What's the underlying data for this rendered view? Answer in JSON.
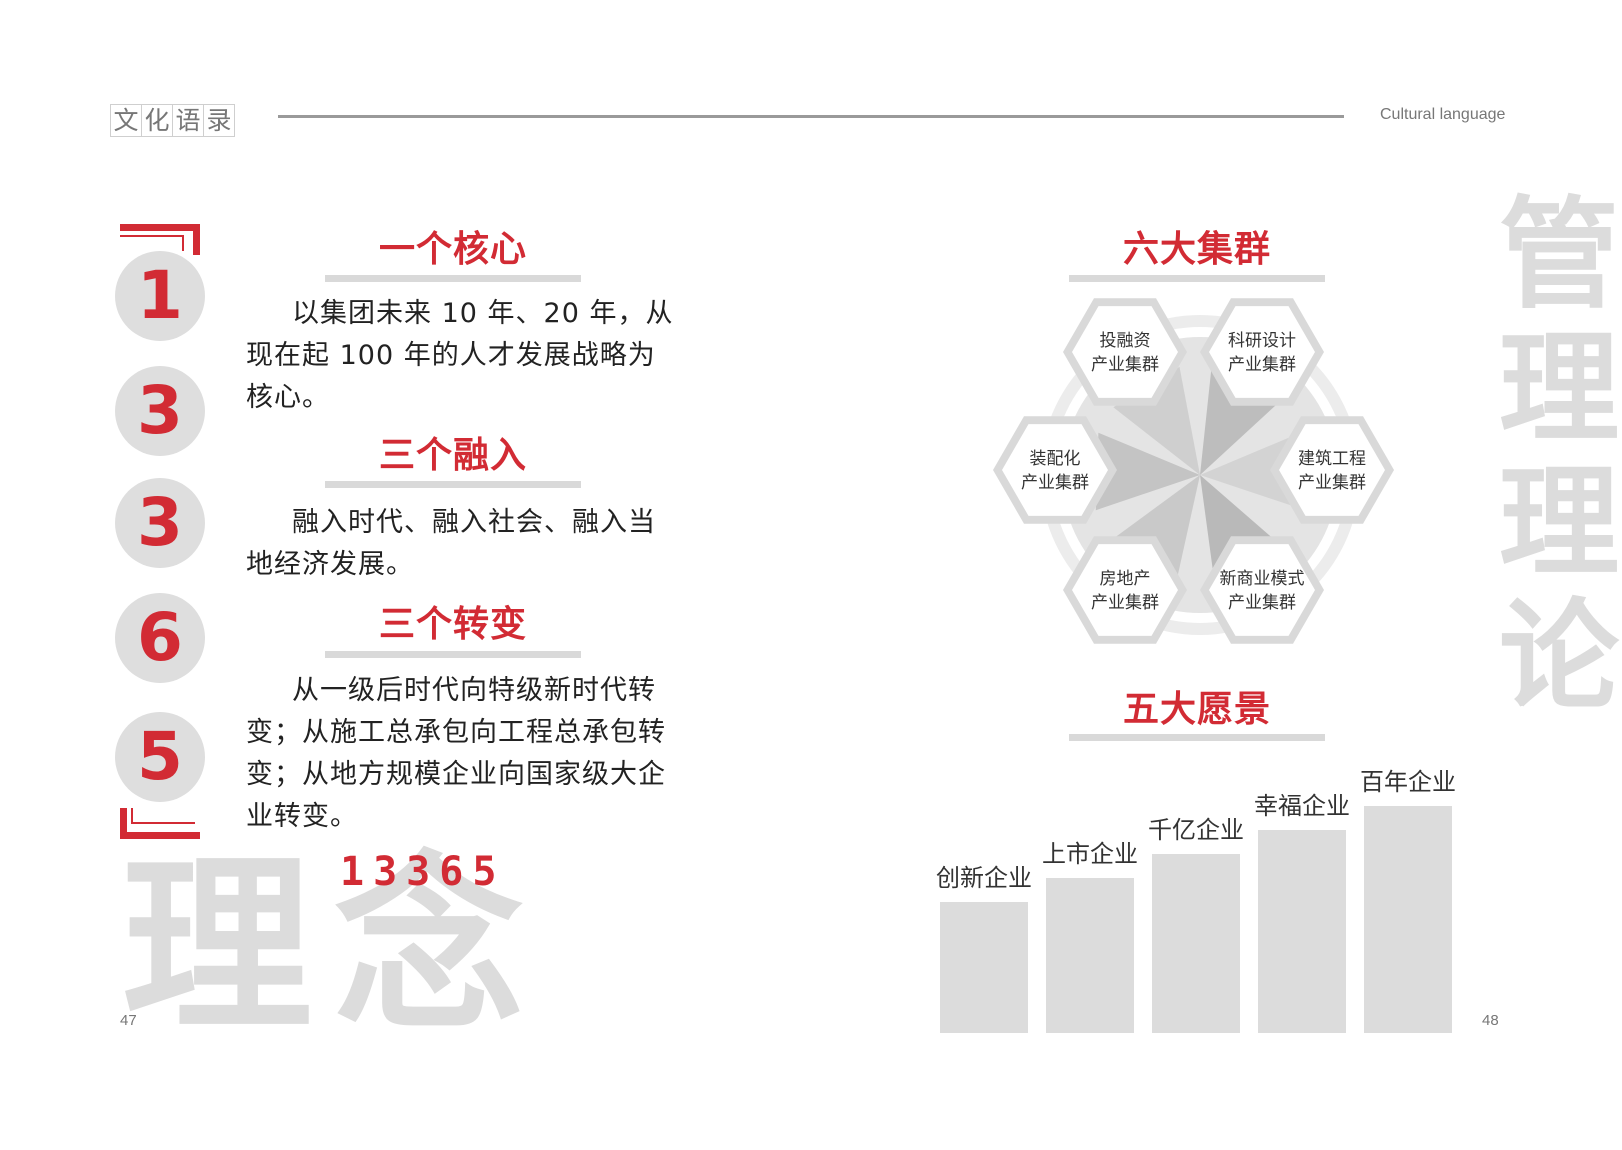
{
  "header": {
    "title_chars": [
      "文",
      "化",
      "语",
      "录"
    ],
    "subtitle_en": "Cultural language"
  },
  "left": {
    "digits": [
      "1",
      "3",
      "3",
      "6",
      "5"
    ],
    "sections": [
      {
        "title": "一个核心",
        "text": "以集团未来 10 年、20 年，从现在起 100 年的人才发展战略为核心。"
      },
      {
        "title": "三个融入",
        "text": "融入时代、融入社会、融入当地经济发展。"
      },
      {
        "title": "三个转变",
        "text": "从一级后时代向特级新时代转变；从施工总承包向工程总承包转变；从地方规模企业向国家级大企业转变。"
      }
    ],
    "big_word": [
      "理",
      "念"
    ],
    "code": "13365",
    "page_number": "47"
  },
  "right": {
    "clusters_title": "六大集群",
    "clusters": [
      {
        "line1": "投融资",
        "line2": "产业集群"
      },
      {
        "line1": "科研设计",
        "line2": "产业集群"
      },
      {
        "line1": "装配化",
        "line2": "产业集群"
      },
      {
        "line1": "建筑工程",
        "line2": "产业集群"
      },
      {
        "line1": "房地产",
        "line2": "产业集群"
      },
      {
        "line1": "新商业模式",
        "line2": "产业集群"
      }
    ],
    "vision_title": "五大愿景",
    "vertical_text": "管理理论",
    "page_number": "48"
  },
  "chart_data": {
    "type": "bar",
    "categories": [
      "创新企业",
      "上市企业",
      "千亿企业",
      "幸福企业",
      "百年企业"
    ],
    "values": [
      1,
      2,
      3,
      4,
      5
    ],
    "color": "#dcdcdc"
  },
  "colors": {
    "accent": "#d22b34",
    "gray": "#dcdcdc"
  }
}
